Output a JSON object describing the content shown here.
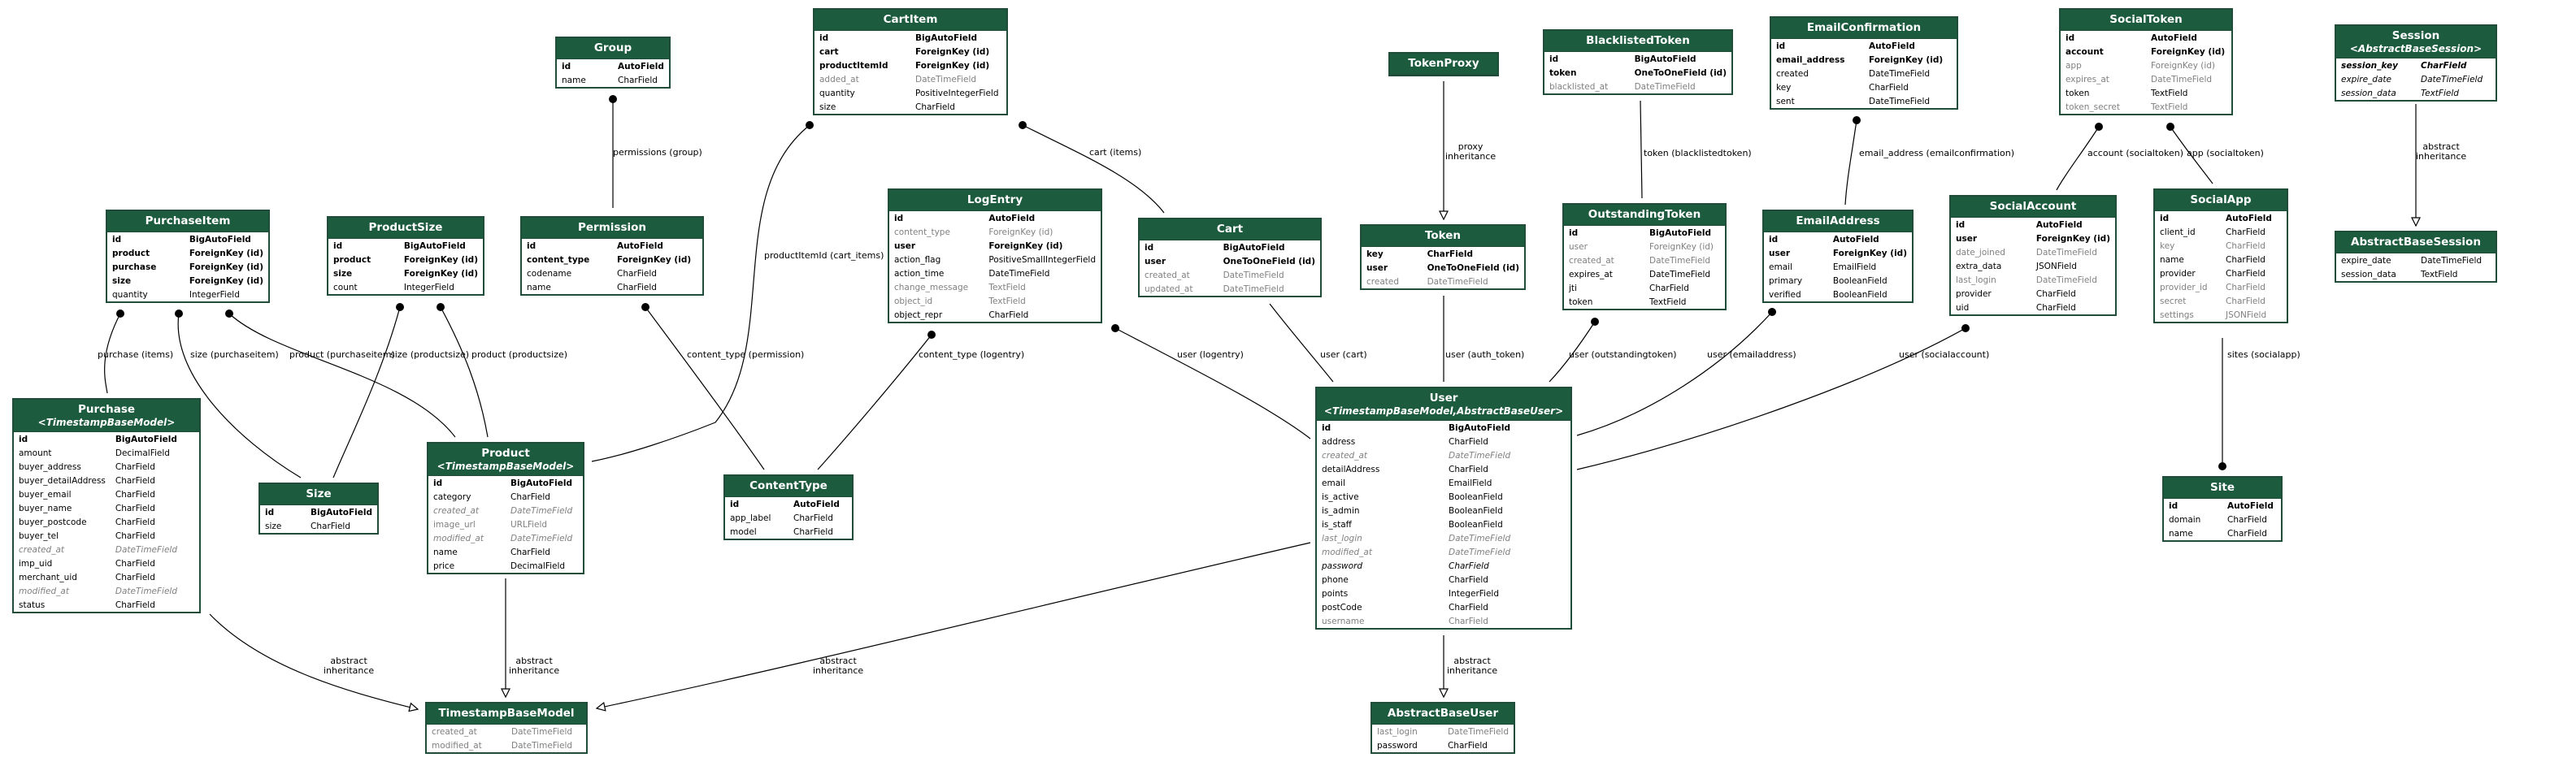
{
  "entities": {
    "group": {
      "title": "Group",
      "rows": [
        [
          "id",
          "AutoField",
          "pk"
        ],
        [
          "name",
          "CharField",
          ""
        ]
      ]
    },
    "cartitem": {
      "title": "CartItem",
      "rows": [
        [
          "id",
          "BigAutoField",
          "pk"
        ],
        [
          "cart",
          "ForeignKey (id)",
          "fk"
        ],
        [
          "productItemId",
          "ForeignKey (id)",
          "fk"
        ],
        [
          "added_at",
          "DateTimeField",
          "inh"
        ],
        [
          "quantity",
          "PositiveIntegerField",
          ""
        ],
        [
          "size",
          "CharField",
          ""
        ]
      ]
    },
    "tokenproxy": {
      "title": "TokenProxy",
      "rows": []
    },
    "blacklistedtoken": {
      "title": "BlacklistedToken",
      "rows": [
        [
          "id",
          "BigAutoField",
          "pk"
        ],
        [
          "token",
          "OneToOneField (id)",
          "fk"
        ],
        [
          "blacklisted_at",
          "DateTimeField",
          "inh"
        ]
      ]
    },
    "emailconfirmation": {
      "title": "EmailConfirmation",
      "rows": [
        [
          "id",
          "AutoField",
          "pk"
        ],
        [
          "email_address",
          "ForeignKey (id)",
          "fk"
        ],
        [
          "created",
          "DateTimeField",
          ""
        ],
        [
          "key",
          "CharField",
          ""
        ],
        [
          "sent",
          "DateTimeField",
          ""
        ]
      ]
    },
    "socialtoken": {
      "title": "SocialToken",
      "rows": [
        [
          "id",
          "AutoField",
          "pk"
        ],
        [
          "account",
          "ForeignKey (id)",
          "fk"
        ],
        [
          "app",
          "ForeignKey (id)",
          "inh"
        ],
        [
          "expires_at",
          "DateTimeField",
          "inh"
        ],
        [
          "token",
          "TextField",
          ""
        ],
        [
          "token_secret",
          "TextField",
          "inh"
        ]
      ]
    },
    "session": {
      "title": "Session",
      "subtitle": "<AbstractBaseSession>",
      "rows": [
        [
          "session_key",
          "CharField",
          "bi"
        ],
        [
          "expire_date",
          "DateTimeField",
          "it"
        ],
        [
          "session_data",
          "TextField",
          "it"
        ]
      ]
    },
    "abstractbasesession": {
      "title": "AbstractBaseSession",
      "rows": [
        [
          "expire_date",
          "DateTimeField",
          ""
        ],
        [
          "session_data",
          "TextField",
          ""
        ]
      ]
    },
    "purchaseitem": {
      "title": "PurchaseItem",
      "rows": [
        [
          "id",
          "BigAutoField",
          "pk"
        ],
        [
          "product",
          "ForeignKey (id)",
          "fk"
        ],
        [
          "purchase",
          "ForeignKey (id)",
          "fk"
        ],
        [
          "size",
          "ForeignKey (id)",
          "fk"
        ],
        [
          "quantity",
          "IntegerField",
          ""
        ]
      ]
    },
    "productsize": {
      "title": "ProductSize",
      "rows": [
        [
          "id",
          "BigAutoField",
          "pk"
        ],
        [
          "product",
          "ForeignKey (id)",
          "fk"
        ],
        [
          "size",
          "ForeignKey (id)",
          "fk"
        ],
        [
          "count",
          "IntegerField",
          ""
        ]
      ]
    },
    "permission": {
      "title": "Permission",
      "rows": [
        [
          "id",
          "AutoField",
          "pk"
        ],
        [
          "content_type",
          "ForeignKey (id)",
          "fk"
        ],
        [
          "codename",
          "CharField",
          ""
        ],
        [
          "name",
          "CharField",
          ""
        ]
      ]
    },
    "logentry": {
      "title": "LogEntry",
      "rows": [
        [
          "id",
          "AutoField",
          "pk"
        ],
        [
          "content_type",
          "ForeignKey (id)",
          "inh"
        ],
        [
          "user",
          "ForeignKey (id)",
          "fk"
        ],
        [
          "action_flag",
          "PositiveSmallIntegerField",
          ""
        ],
        [
          "action_time",
          "DateTimeField",
          ""
        ],
        [
          "change_message",
          "TextField",
          "inh"
        ],
        [
          "object_id",
          "TextField",
          "inh"
        ],
        [
          "object_repr",
          "CharField",
          ""
        ]
      ]
    },
    "cart": {
      "title": "Cart",
      "rows": [
        [
          "id",
          "BigAutoField",
          "pk"
        ],
        [
          "user",
          "OneToOneField (id)",
          "fk"
        ],
        [
          "created_at",
          "DateTimeField",
          "inh"
        ],
        [
          "updated_at",
          "DateTimeField",
          "inh"
        ]
      ]
    },
    "token": {
      "title": "Token",
      "rows": [
        [
          "key",
          "CharField",
          "pk"
        ],
        [
          "user",
          "OneToOneField (id)",
          "fk"
        ],
        [
          "created",
          "DateTimeField",
          "inh"
        ]
      ]
    },
    "outstandingtoken": {
      "title": "OutstandingToken",
      "rows": [
        [
          "id",
          "BigAutoField",
          "pk"
        ],
        [
          "user",
          "ForeignKey (id)",
          "inh"
        ],
        [
          "created_at",
          "DateTimeField",
          "inh"
        ],
        [
          "expires_at",
          "DateTimeField",
          ""
        ],
        [
          "jti",
          "CharField",
          ""
        ],
        [
          "token",
          "TextField",
          ""
        ]
      ]
    },
    "emailaddress": {
      "title": "EmailAddress",
      "rows": [
        [
          "id",
          "AutoField",
          "pk"
        ],
        [
          "user",
          "ForeignKey (id)",
          "fk"
        ],
        [
          "email",
          "EmailField",
          ""
        ],
        [
          "primary",
          "BooleanField",
          ""
        ],
        [
          "verified",
          "BooleanField",
          ""
        ]
      ]
    },
    "socialaccount": {
      "title": "SocialAccount",
      "rows": [
        [
          "id",
          "AutoField",
          "pk"
        ],
        [
          "user",
          "ForeignKey (id)",
          "fk"
        ],
        [
          "date_joined",
          "DateTimeField",
          "inh"
        ],
        [
          "extra_data",
          "JSONField",
          ""
        ],
        [
          "last_login",
          "DateTimeField",
          "inh"
        ],
        [
          "provider",
          "CharField",
          ""
        ],
        [
          "uid",
          "CharField",
          ""
        ]
      ]
    },
    "socialapp": {
      "title": "SocialApp",
      "rows": [
        [
          "id",
          "AutoField",
          "pk"
        ],
        [
          "client_id",
          "CharField",
          ""
        ],
        [
          "key",
          "CharField",
          "inh"
        ],
        [
          "name",
          "CharField",
          ""
        ],
        [
          "provider",
          "CharField",
          ""
        ],
        [
          "provider_id",
          "CharField",
          "inh"
        ],
        [
          "secret",
          "CharField",
          "inh"
        ],
        [
          "settings",
          "JSONField",
          "inh"
        ]
      ]
    },
    "purchase": {
      "title": "Purchase",
      "subtitle": "<TimestampBaseModel>",
      "rows": [
        [
          "id",
          "BigAutoField",
          "pk"
        ],
        [
          "amount",
          "DecimalField",
          ""
        ],
        [
          "buyer_address",
          "CharField",
          ""
        ],
        [
          "buyer_detailAddress",
          "CharField",
          ""
        ],
        [
          "buyer_email",
          "CharField",
          ""
        ],
        [
          "buyer_name",
          "CharField",
          ""
        ],
        [
          "buyer_postcode",
          "CharField",
          ""
        ],
        [
          "buyer_tel",
          "CharField",
          ""
        ],
        [
          "created_at",
          "DateTimeField",
          "inh it"
        ],
        [
          "imp_uid",
          "CharField",
          ""
        ],
        [
          "merchant_uid",
          "CharField",
          ""
        ],
        [
          "modified_at",
          "DateTimeField",
          "inh it"
        ],
        [
          "status",
          "CharField",
          ""
        ]
      ]
    },
    "size": {
      "title": "Size",
      "rows": [
        [
          "id",
          "BigAutoField",
          "pk"
        ],
        [
          "size",
          "CharField",
          ""
        ]
      ]
    },
    "product": {
      "title": "Product",
      "subtitle": "<TimestampBaseModel>",
      "rows": [
        [
          "id",
          "BigAutoField",
          "pk"
        ],
        [
          "category",
          "CharField",
          ""
        ],
        [
          "created_at",
          "DateTimeField",
          "inh it"
        ],
        [
          "image_url",
          "URLField",
          "inh"
        ],
        [
          "modified_at",
          "DateTimeField",
          "inh it"
        ],
        [
          "name",
          "CharField",
          ""
        ],
        [
          "price",
          "DecimalField",
          ""
        ]
      ]
    },
    "contenttype": {
      "title": "ContentType",
      "rows": [
        [
          "id",
          "AutoField",
          "pk"
        ],
        [
          "app_label",
          "CharField",
          ""
        ],
        [
          "model",
          "CharField",
          ""
        ]
      ]
    },
    "user": {
      "title": "User",
      "subtitle": "<TimestampBaseModel,AbstractBaseUser>",
      "rows": [
        [
          "id",
          "BigAutoField",
          "pk"
        ],
        [
          "address",
          "CharField",
          ""
        ],
        [
          "created_at",
          "DateTimeField",
          "inh it"
        ],
        [
          "detailAddress",
          "CharField",
          ""
        ],
        [
          "email",
          "EmailField",
          ""
        ],
        [
          "is_active",
          "BooleanField",
          ""
        ],
        [
          "is_admin",
          "BooleanField",
          ""
        ],
        [
          "is_staff",
          "BooleanField",
          ""
        ],
        [
          "last_login",
          "DateTimeField",
          "inh it"
        ],
        [
          "modified_at",
          "DateTimeField",
          "inh it"
        ],
        [
          "password",
          "CharField",
          "it"
        ],
        [
          "phone",
          "CharField",
          ""
        ],
        [
          "points",
          "IntegerField",
          ""
        ],
        [
          "postCode",
          "CharField",
          ""
        ],
        [
          "username",
          "CharField",
          "inh"
        ]
      ]
    },
    "site": {
      "title": "Site",
      "rows": [
        [
          "id",
          "AutoField",
          "pk"
        ],
        [
          "domain",
          "CharField",
          ""
        ],
        [
          "name",
          "CharField",
          ""
        ]
      ]
    },
    "timestampbasemodel": {
      "title": "TimestampBaseModel",
      "rows": [
        [
          "created_at",
          "DateTimeField",
          "inh"
        ],
        [
          "modified_at",
          "DateTimeField",
          "inh"
        ]
      ]
    },
    "abstractbaseuser": {
      "title": "AbstractBaseUser",
      "rows": [
        [
          "last_login",
          "DateTimeField",
          "inh"
        ],
        [
          "password",
          "CharField",
          ""
        ]
      ]
    }
  },
  "edge_labels": {
    "permissions_group": "permissions (group)",
    "cart_items": "cart (items)",
    "proxy_inheritance": [
      "proxy",
      "inheritance"
    ],
    "token_blacklistedtoken": "token (blacklistedtoken)",
    "email_address_emailconfirmation": "email_address (emailconfirmation)",
    "account_socialtoken": "account (socialtoken)",
    "app_socialtoken": "app (socialtoken)",
    "abstract_inheritance_session": [
      "abstract",
      "inheritance"
    ],
    "productitemid_cart_items": "productItemId (cart_items)",
    "purchase_items": "purchase (items)",
    "size_purchaseitem": "size (purchaseitem)",
    "product_purchaseitem": "product (purchaseitem)",
    "size_productsize": "size (productsize)",
    "product_productsize": "product (productsize)",
    "content_type_permission": "content_type (permission)",
    "content_type_logentry": "content_type (logentry)",
    "user_logentry": "user (logentry)",
    "user_cart": "user (cart)",
    "user_auth_token": "user (auth_token)",
    "user_outstandingtoken": "user (outstandingtoken)",
    "user_emailaddress": "user (emailaddress)",
    "user_socialaccount": "user (socialaccount)",
    "sites_socialapp": "sites (socialapp)",
    "abstract_inheritance_purchase": [
      "abstract",
      "inheritance"
    ],
    "abstract_inheritance_product": [
      "abstract",
      "inheritance"
    ],
    "abstract_inheritance_user_ts": [
      "abstract",
      "inheritance"
    ],
    "abstract_inheritance_user_abu": [
      "abstract",
      "inheritance"
    ]
  }
}
